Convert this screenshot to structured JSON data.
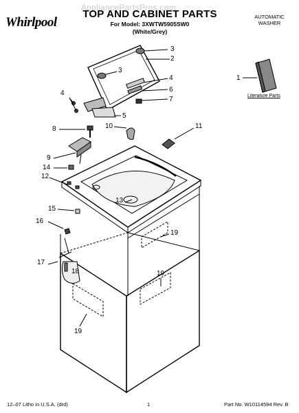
{
  "header": {
    "brand": "Whirlpool",
    "watermark": "AppliancePartsPros.com",
    "title": "TOP AND CABINET PARTS",
    "model_line": "For Model: 3XWTW5905SW0",
    "variant": "(White/Grey)",
    "appliance_type_line1": "AUTOMATIC",
    "appliance_type_line2": "WASHER"
  },
  "literature": {
    "label": "Literature Parts",
    "callout": "1"
  },
  "callouts": {
    "c2": "2",
    "c3a": "3",
    "c3b": "3",
    "c4a": "4",
    "c4b": "4",
    "c5": "5",
    "c6": "6",
    "c7": "7",
    "c8": "8",
    "c9": "9",
    "c10": "10",
    "c11": "11",
    "c12": "12",
    "c13": "13",
    "c14": "14",
    "c15": "15",
    "c16": "16",
    "c17": "17",
    "c18": "18",
    "c19a": "19",
    "c19b": "19",
    "c19c": "19"
  },
  "footer": {
    "left": "12–07 Litho in U.S.A. (drd)",
    "page": "1",
    "part_no": "Part No. W10114594 Rev. B"
  }
}
